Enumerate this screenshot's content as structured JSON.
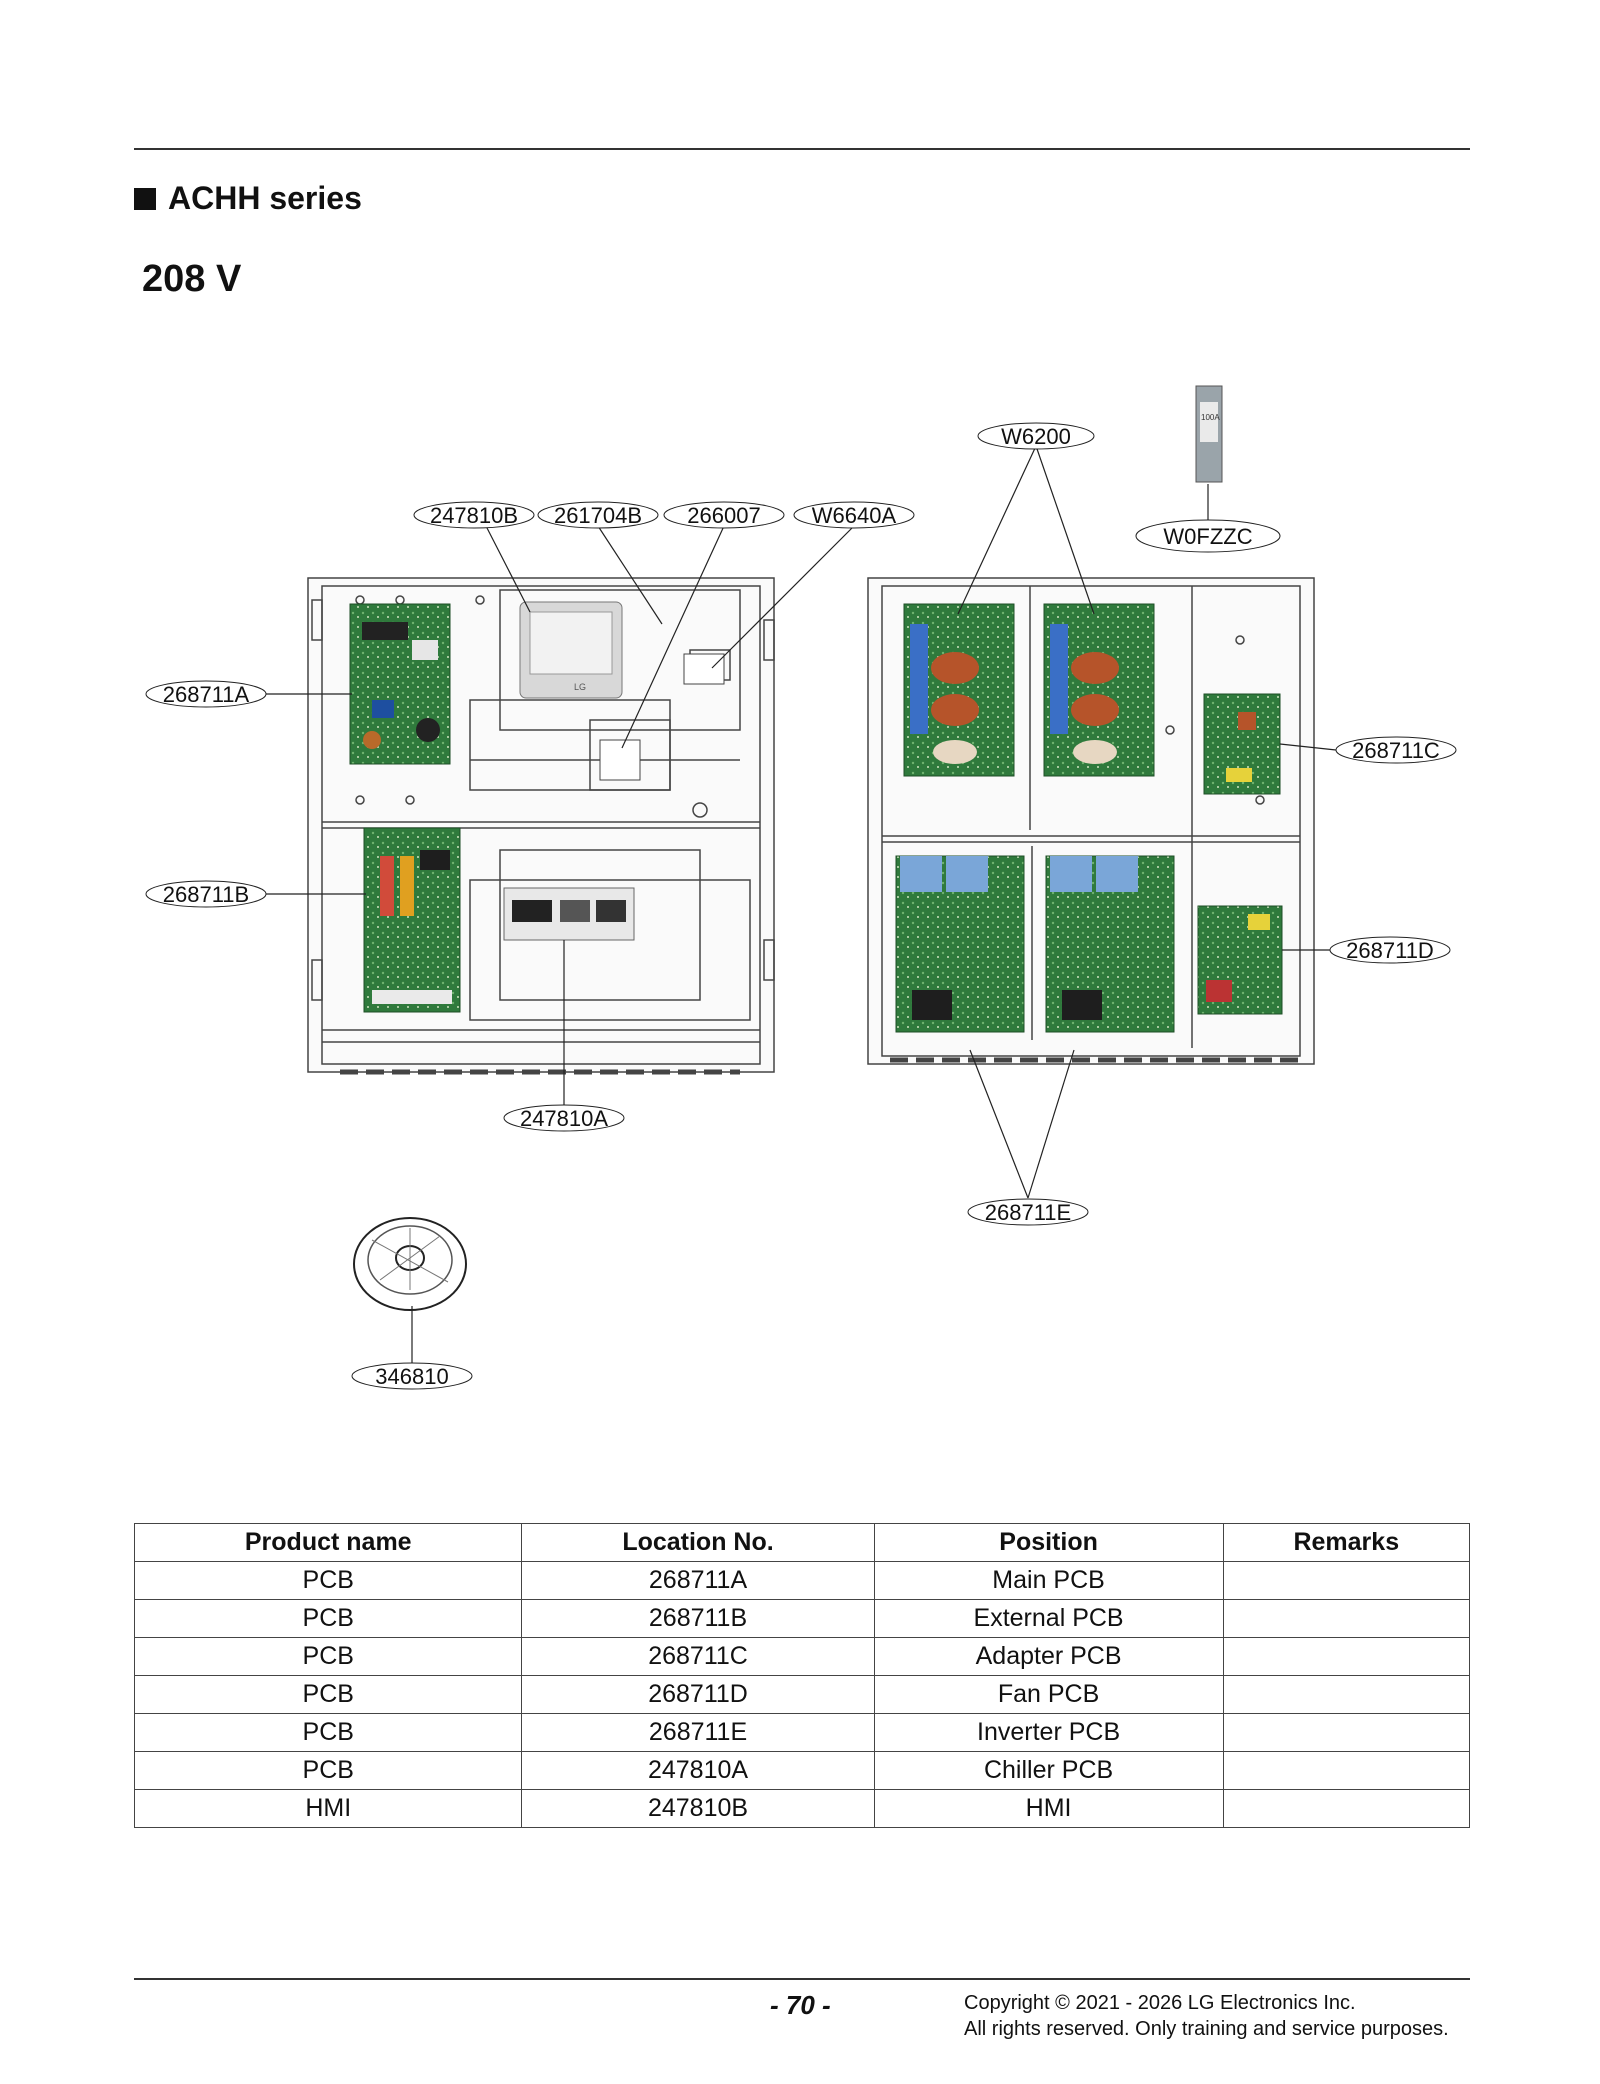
{
  "section": {
    "title": "ACHH series",
    "voltage": "208 V"
  },
  "callouts": {
    "w6200": "W6200",
    "w0fzzc": "W0FZZC",
    "p247810b": "247810B",
    "p261704b": "261704B",
    "p266007": "266007",
    "w6640a": "W6640A",
    "p268711a": "268711A",
    "p268711b": "268711B",
    "p268711c": "268711C",
    "p268711d": "268711D",
    "p247810a": "247810A",
    "p268711e": "268711E",
    "p346810": "346810"
  },
  "hmi": {
    "logo": "LG"
  },
  "fuse": {
    "label": "100A"
  },
  "table": {
    "headers": [
      "Product name",
      "Location No.",
      "Position",
      "Remarks"
    ],
    "rows": [
      [
        "PCB",
        "268711A",
        "Main PCB",
        ""
      ],
      [
        "PCB",
        "268711B",
        "External PCB",
        ""
      ],
      [
        "PCB",
        "268711C",
        "Adapter PCB",
        ""
      ],
      [
        "PCB",
        "268711D",
        "Fan PCB",
        ""
      ],
      [
        "PCB",
        "268711E",
        "Inverter PCB",
        ""
      ],
      [
        "PCB",
        "247810A",
        "Chiller PCB",
        ""
      ],
      [
        "HMI",
        "247810B",
        "HMI",
        ""
      ]
    ]
  },
  "footer": {
    "page": "- 70 -",
    "copyright_line1": "Copyright © 2021 - 2026 LG Electronics Inc.",
    "copyright_line2": "All rights reserved. Only training and service purposes."
  }
}
